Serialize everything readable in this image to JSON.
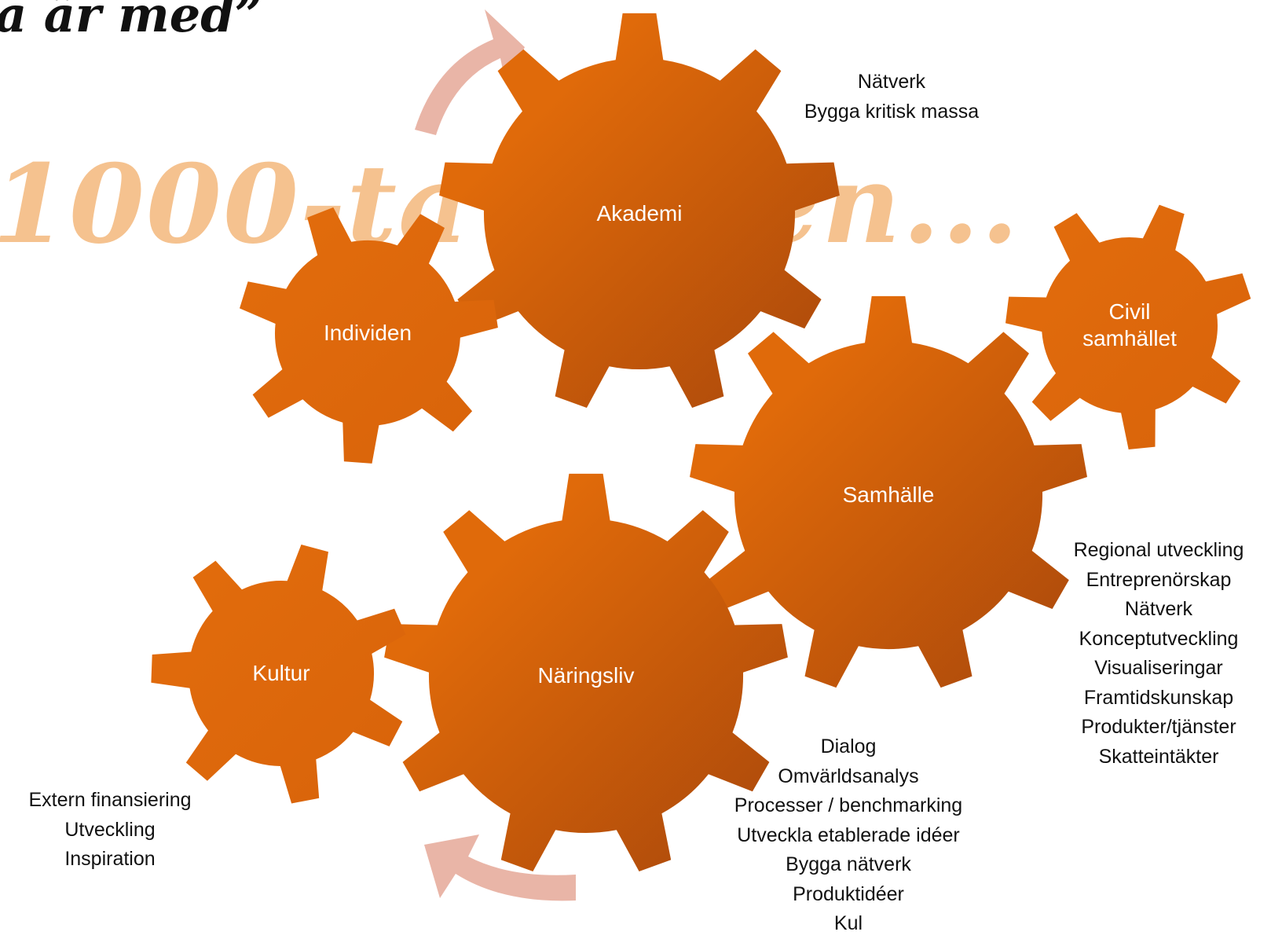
{
  "title": "a är med”",
  "watermark": "1000-ta möten...",
  "colors": {
    "gear_light": "#e06a0a",
    "gear_dark": "#a8470b",
    "arrow": "#e9b5a7",
    "watermark": "#f5c28f"
  },
  "gears": [
    {
      "id": "akademi",
      "label": "Akademi"
    },
    {
      "id": "individen",
      "label": "Individen"
    },
    {
      "id": "civil",
      "label": "Civil samhället"
    },
    {
      "id": "samhalle",
      "label": "Samhälle"
    },
    {
      "id": "naringsliv",
      "label": "Näringsliv"
    },
    {
      "id": "kultur",
      "label": "Kultur"
    }
  ],
  "notes": {
    "akademi": [
      "Nätverk",
      "Bygga kritisk massa"
    ],
    "samhalle": [
      "Regional utveckling",
      "Entreprenörskap",
      "Nätverk",
      "Konceptutveckling",
      "Visualiseringar",
      "Framtidskunskap",
      "Produkter/tjänster",
      "Skatteintäkter"
    ],
    "naringsliv": [
      "Dialog",
      "Omvärldsanalys",
      "Processer / benchmarking",
      "Utveckla etablerade idéer",
      "Bygga nätverk",
      "Produktidéer",
      "Kul"
    ],
    "kultur": [
      "Extern finansiering",
      "Utveckling",
      "Inspiration"
    ]
  }
}
